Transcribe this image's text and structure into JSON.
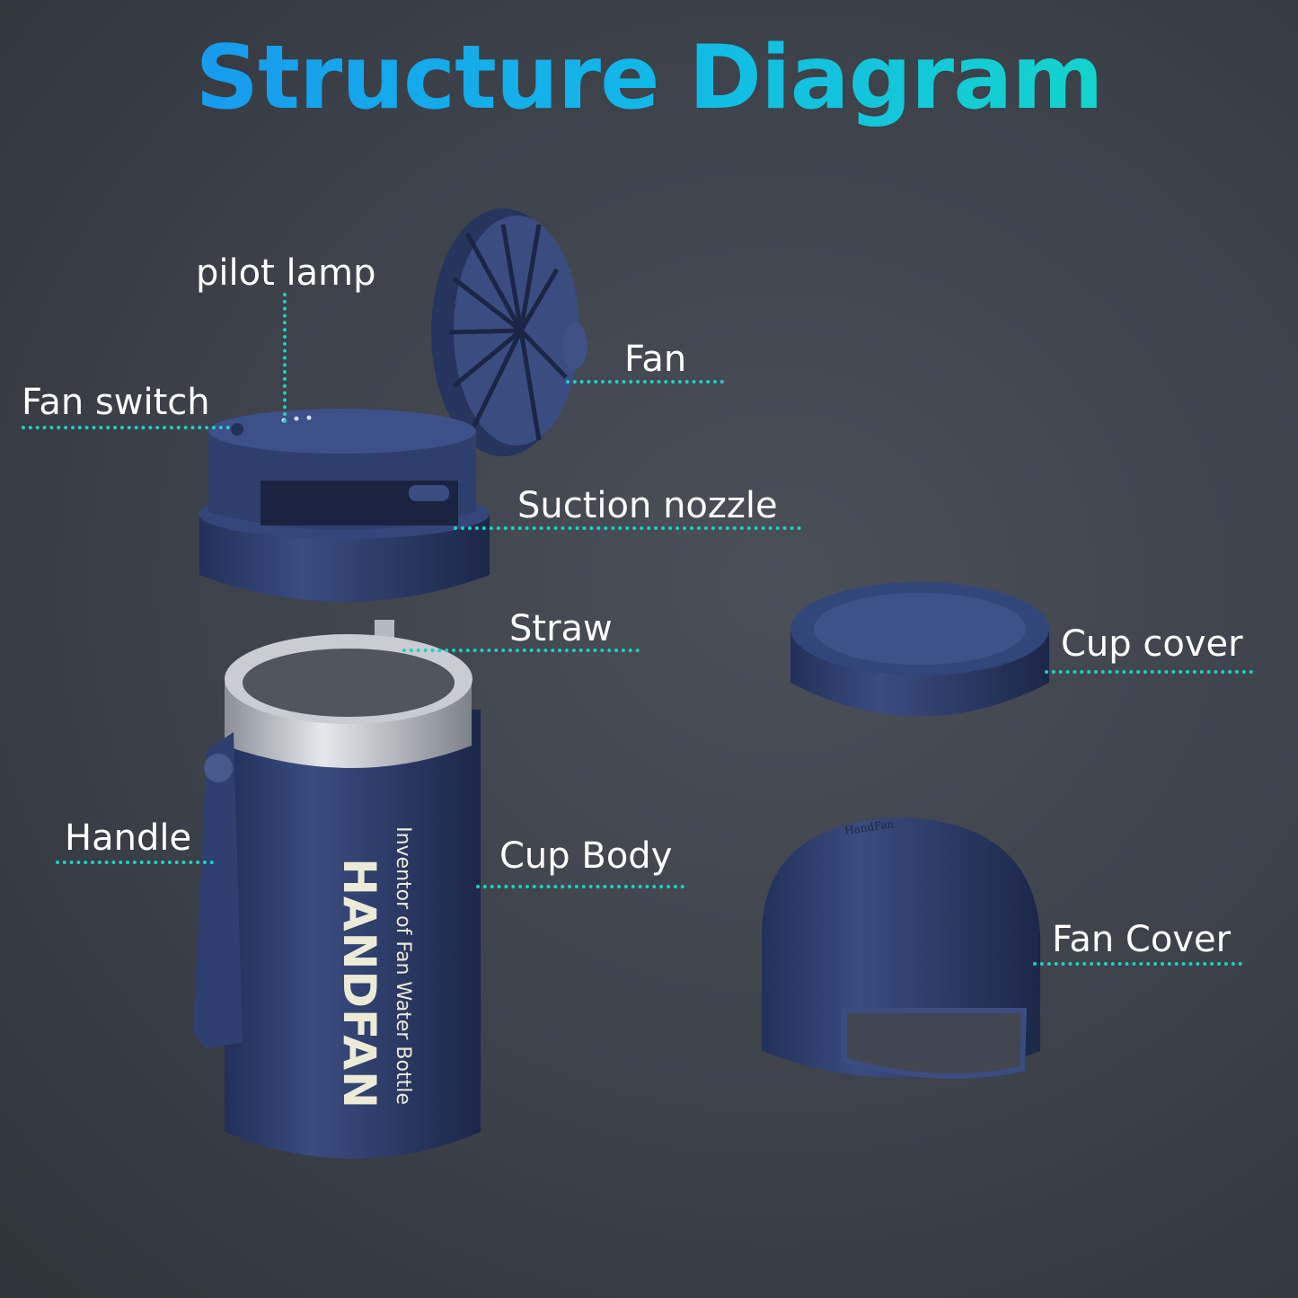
{
  "title": "Structure Diagram",
  "labels": {
    "pilot_lamp": "pilot lamp",
    "fan_switch": "Fan switch",
    "fan": "Fan",
    "suction_nozzle": "Suction nozzle",
    "straw": "Straw",
    "cup_cover": "Cup cover",
    "handle": "Handle",
    "cup_body": "Cup Body",
    "fan_cover": "Fan Cover"
  },
  "product": {
    "brand": "HANDFAN",
    "tagline": "Inventor of Fan Water Bottle",
    "cover_logo": "HandFan"
  },
  "colors": {
    "accent": "#1fd0c0",
    "product": "#2b3b66"
  }
}
